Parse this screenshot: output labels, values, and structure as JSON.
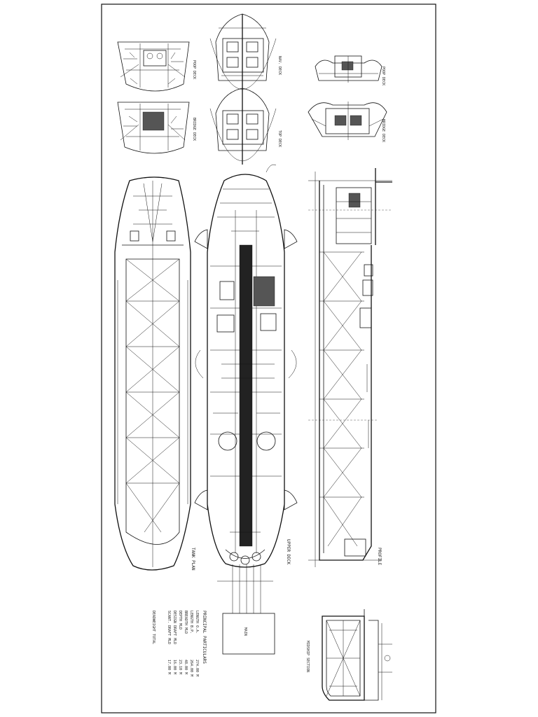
{
  "views": {
    "tank_plan": "TANK PLAN",
    "upper_deck": "UPPER DECK",
    "profile": "PROFILE",
    "midship_section": "MIDSHIP SECTION",
    "poop_deck": "POOP DECK",
    "bridge_deck": "BRIDGE DECK",
    "nav_deck": "NAV. DECK",
    "top_deck": "TOP DECK"
  },
  "particulars": {
    "heading": "PRINCIPAL PARTICULARS",
    "rows": [
      {
        "label": "LENGTH O.A.",
        "value": "274.00 M"
      },
      {
        "label": "LENGTH B.P.",
        "value": "264.00 M"
      },
      {
        "label": "BREADTH MLD",
        "value": "48.00 M"
      },
      {
        "label": "DEPTH MLD",
        "value": "23.10 M"
      },
      {
        "label": "DESIGN DRAFT MLD",
        "value": "16.00 M"
      },
      {
        "label": "SCANT. DRAFT MLD",
        "value": "17.00 M"
      }
    ],
    "deadweight": "DEADWEIGHT TOTAL"
  },
  "details": {
    "box_label": "MAIN"
  }
}
